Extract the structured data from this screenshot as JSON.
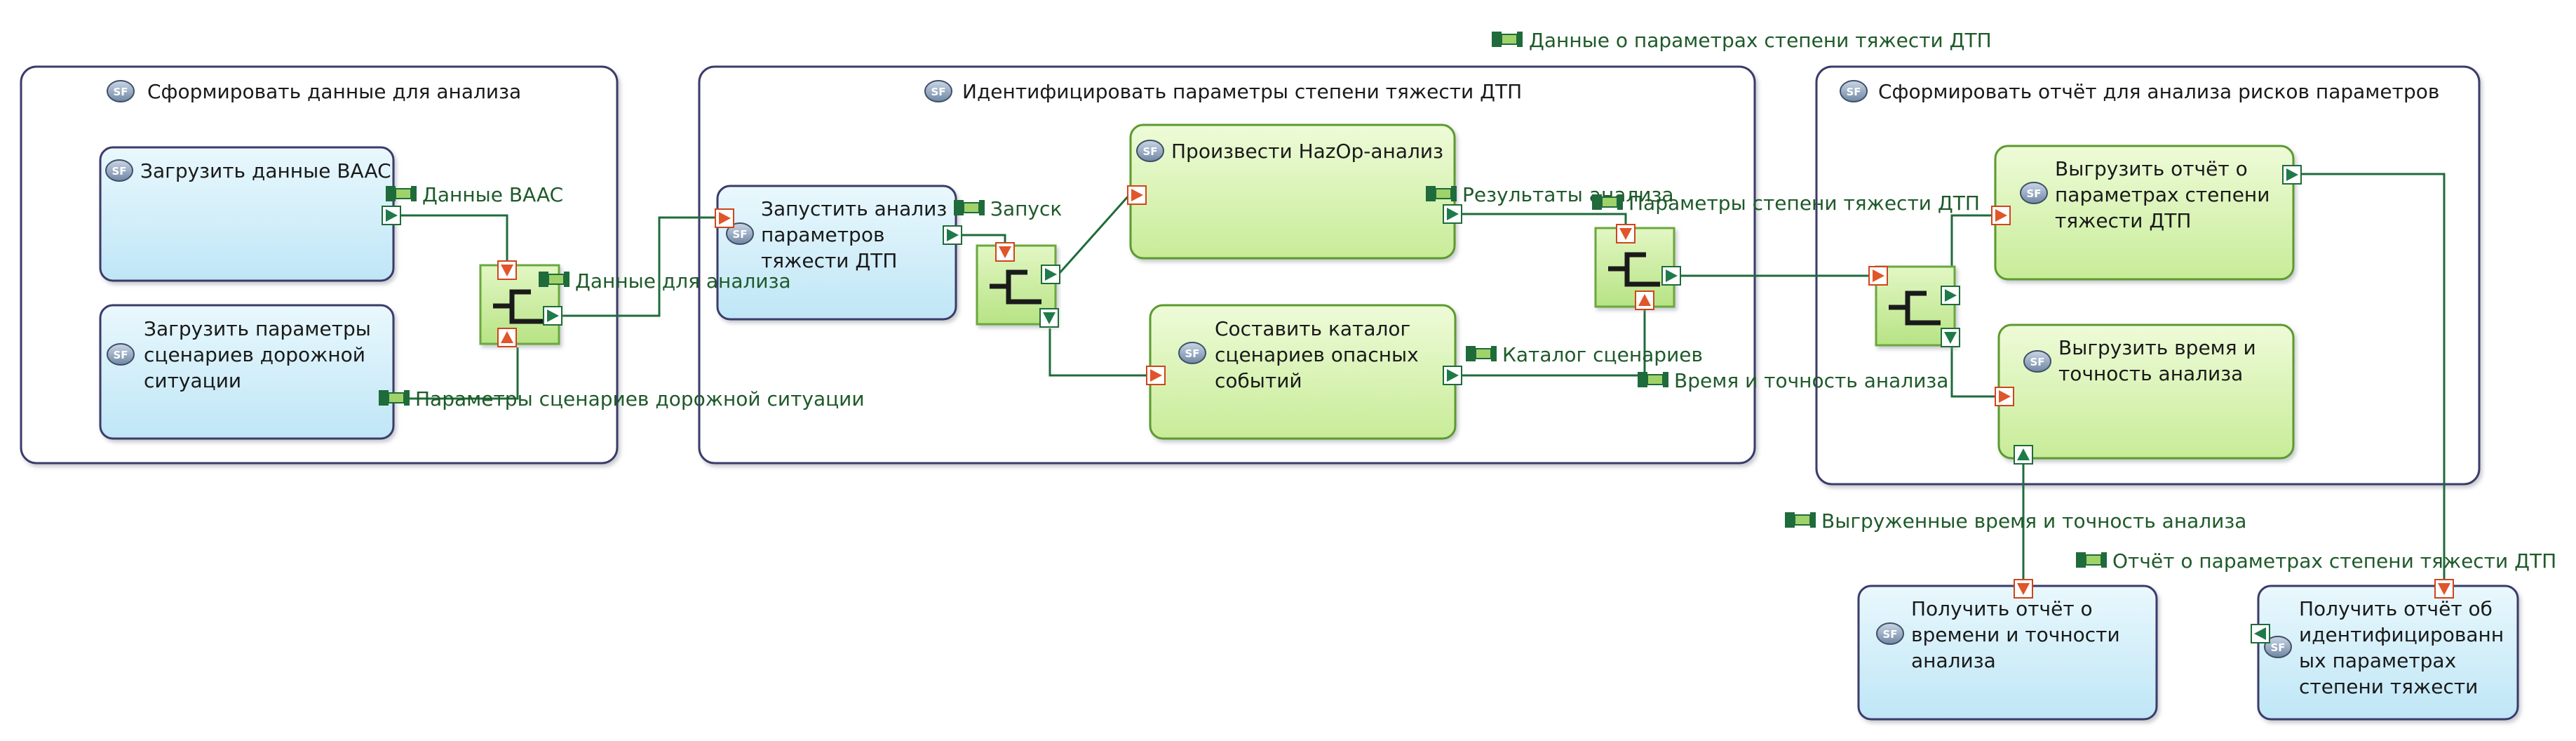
{
  "groups": {
    "prepare": "Сформировать данные для анализа",
    "identify": "Идентифицировать параметры степени тяжести ДТП",
    "report": "Сформировать отчёт для анализа рисков параметров"
  },
  "blocks": {
    "load_baac": [
      "Загрузить данные BAAC"
    ],
    "load_params": [
      "Загрузить параметры",
      "сценариев дорожной",
      "ситуации"
    ],
    "start_analysis": [
      "Запустить анализ",
      "параметров",
      "тяжести ДТП"
    ],
    "hazop": [
      "Произвести HazOp-анализ"
    ],
    "catalog": [
      "Составить каталог",
      "сценариев опасных",
      "событий"
    ],
    "export_report": [
      "Выгрузить отчёт о",
      "параметрах степени",
      "тяжести ДТП"
    ],
    "export_time": [
      "Выгрузить время и",
      "точность анализа"
    ],
    "get_time_report": [
      "Получить отчёт о",
      "времени и точности",
      "анализа"
    ],
    "get_params_report": [
      "Получить отчёт об",
      "идентифицированн",
      "ых параметрах",
      "степени тяжести"
    ]
  },
  "flows": {
    "baac_data": "Данные BAAC",
    "analysis_data": "Данные для анализа",
    "scenario_params": "Параметры сценариев дорожной ситуации",
    "launch": "Запуск",
    "hazop_results": "Результаты анализа",
    "severity_params": "Параметры степени тяжести ДТП",
    "scenario_catalog": "Каталог сценариев",
    "time_accuracy": "Время и точность анализа",
    "severity_data": "Данные о параметрах степени тяжести ДТП",
    "exported_time_accuracy": "Выгруженные время и точность анализа",
    "severity_report": "Отчёт о параметрах степени тяжести ДТП"
  },
  "icons": {
    "block": "sf-badge-icon",
    "flow": "flow-token-icon",
    "junction": "junction-icon",
    "input_port": "input-port-icon",
    "output_port": "output-port-icon"
  },
  "colors": {
    "line": "#1f6b3b",
    "group_border": "#3a3a6a",
    "blue_block": "#d6f1fb",
    "green_block": "#d6f2b3",
    "input_port": "#e0552a",
    "output_port": "#1f7a4a",
    "label": "#1f5a2a"
  }
}
